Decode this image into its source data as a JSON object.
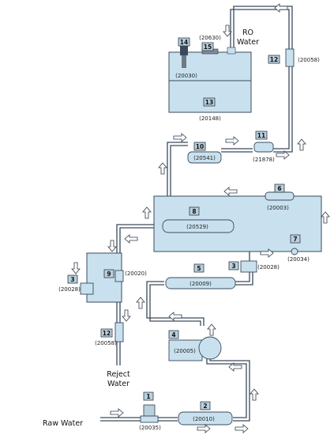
{
  "labels": {
    "ro_water": [
      "RO",
      "Water"
    ],
    "reject_water": [
      "Reject",
      "Water"
    ],
    "raw_water": "Raw Water"
  },
  "components": [
    {
      "num": "1",
      "code": "(20035)"
    },
    {
      "num": "2",
      "code": "(20010)"
    },
    {
      "num": "3",
      "code": "(20028)"
    },
    {
      "num": "3",
      "code": "(20028)"
    },
    {
      "num": "4",
      "code": "(20005)"
    },
    {
      "num": "5",
      "code": "(20009)"
    },
    {
      "num": "6",
      "code": "(20003)"
    },
    {
      "num": "7",
      "code": "(20034)"
    },
    {
      "num": "8",
      "code": "(20529)"
    },
    {
      "num": "9",
      "code": "(20020)"
    },
    {
      "num": "10",
      "code": "(20541)"
    },
    {
      "num": "11",
      "code": "(21878)"
    },
    {
      "num": "12",
      "code": "(20058)"
    },
    {
      "num": "12",
      "code": "(20058)"
    },
    {
      "num": "13",
      "code": "(20148)"
    },
    {
      "num": "14",
      "code": "(20030)"
    },
    {
      "num": "15",
      "code": "(20630)"
    }
  ],
  "colors": {
    "fill": "#c9e1ef",
    "box": "#b9d0dd",
    "line": "#3a4a5c"
  }
}
